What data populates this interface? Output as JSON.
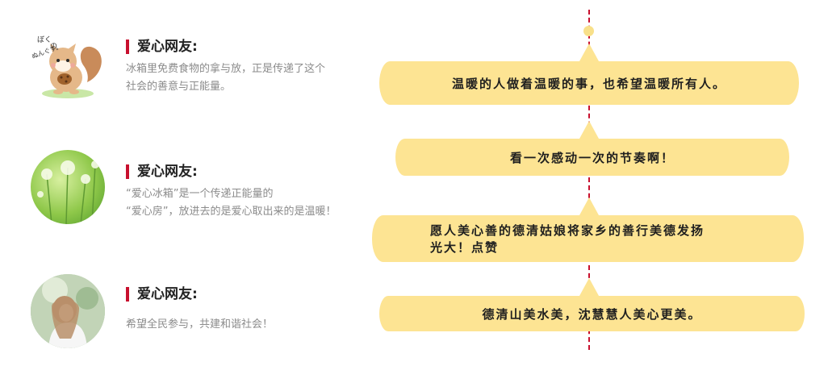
{
  "comments": [
    {
      "author": "爱心网友:",
      "lines": [
        "冰箱里免费食物的拿与放，正是传递了这个",
        "社会的善意与正能量。"
      ]
    },
    {
      "author": "爱心网友:",
      "lines": [
        "“爱心冰箱”是一个传递正能量的",
        "“爱心房”，放进去的是爱心取出来的是温暖！"
      ]
    },
    {
      "author": "爱心网友:",
      "lines": [
        "希望全民参与，共建和谐社会！"
      ]
    }
  ],
  "bubbles": [
    {
      "lines": [
        "温暖的人做着温暖的事，也希望温暖所有人。"
      ]
    },
    {
      "lines": [
        "看一次感动一次的节奏啊！"
      ]
    },
    {
      "lines": [
        "愿人美心善的德清姑娘将家乡的善行美德发扬",
        "光大！点赞"
      ]
    },
    {
      "lines": [
        "德清山美水美，沈慧慧人美心更美。"
      ]
    }
  ],
  "squirrel_note": [
    "ぼく",
    "の",
    "ぬんぐす。"
  ],
  "colors": {
    "accent_red": "#c8102e",
    "bubble_yellow": "#fde493",
    "comment_gray": "#8b8b8b"
  }
}
